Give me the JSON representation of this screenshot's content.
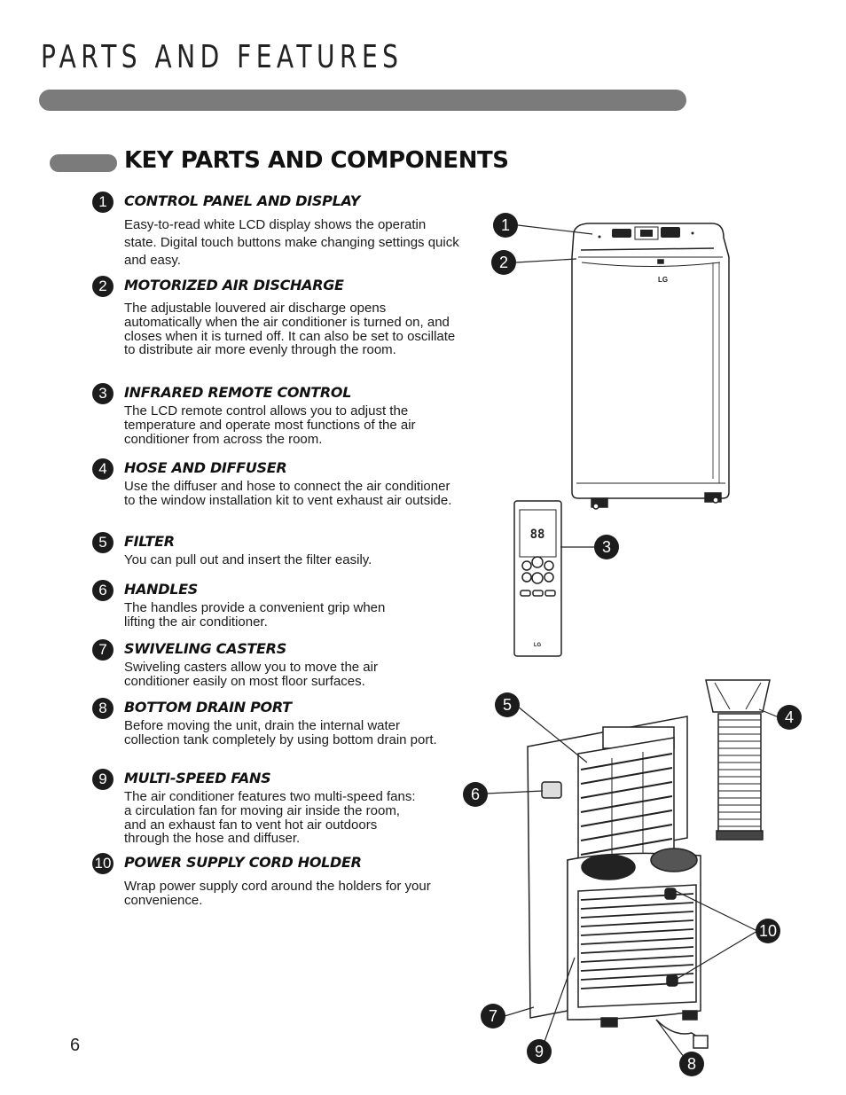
{
  "header": {
    "title": "PARTS AND FEATURES"
  },
  "section": {
    "heading": "KEY PARTS AND COMPONENTS"
  },
  "items": [
    {
      "number": "1",
      "title": "CONTROL PANEL  AND DISPLAY",
      "description": "Easy-to-read white LCD display shows the operatin state. Digital touch buttons make changing settings quick and easy."
    },
    {
      "number": "2",
      "title": "MOTORIZED AIR DISCHARGE",
      "description": "The adjustable louvered air discharge opens automatically when the air conditioner is turned on, and closes when it is turned off. It can also be set to oscillate to distribute air more evenly through the room."
    },
    {
      "number": "3",
      "title": "INFRARED REMOTE CONTROL",
      "description": "The LCD remote control allows you to adjust the temperature and operate most functions of the air conditioner from across the room."
    },
    {
      "number": "4",
      "title": "HOSE AND DIFFUSER",
      "description": "Use the diffuser and hose to connect the air conditioner to the window installation kit to vent exhaust air outside."
    },
    {
      "number": "5",
      "title": "FILTER",
      "description": "You can pull out and insert the filter easily."
    },
    {
      "number": "6",
      "title": "HANDLES",
      "description": "The handles provide a convenient grip when lifting the air conditioner."
    },
    {
      "number": "7",
      "title": "SWIVELING CASTERS",
      "description": "Swiveling casters allow you to move the air conditioner easily on most floor surfaces."
    },
    {
      "number": "8",
      "title": "BOTTOM DRAIN PORT",
      "description": "Before moving the unit, drain the internal water collection tank completely by using bottom drain port."
    },
    {
      "number": "9",
      "title": "MULTI-SPEED FANS",
      "description": "The air conditioner features two multi-speed fans: a circulation fan for moving air inside the room, and an exhaust fan to vent hot air outdoors through the hose and diffuser."
    },
    {
      "number": "10",
      "title": "POWER SUPPLY CORD HOLDER",
      "description": "Wrap power supply cord around the holders for your convenience."
    }
  ],
  "illustration": {
    "brand_logo": "LG",
    "remote_display": "88"
  },
  "footer": {
    "page_number": "6"
  }
}
